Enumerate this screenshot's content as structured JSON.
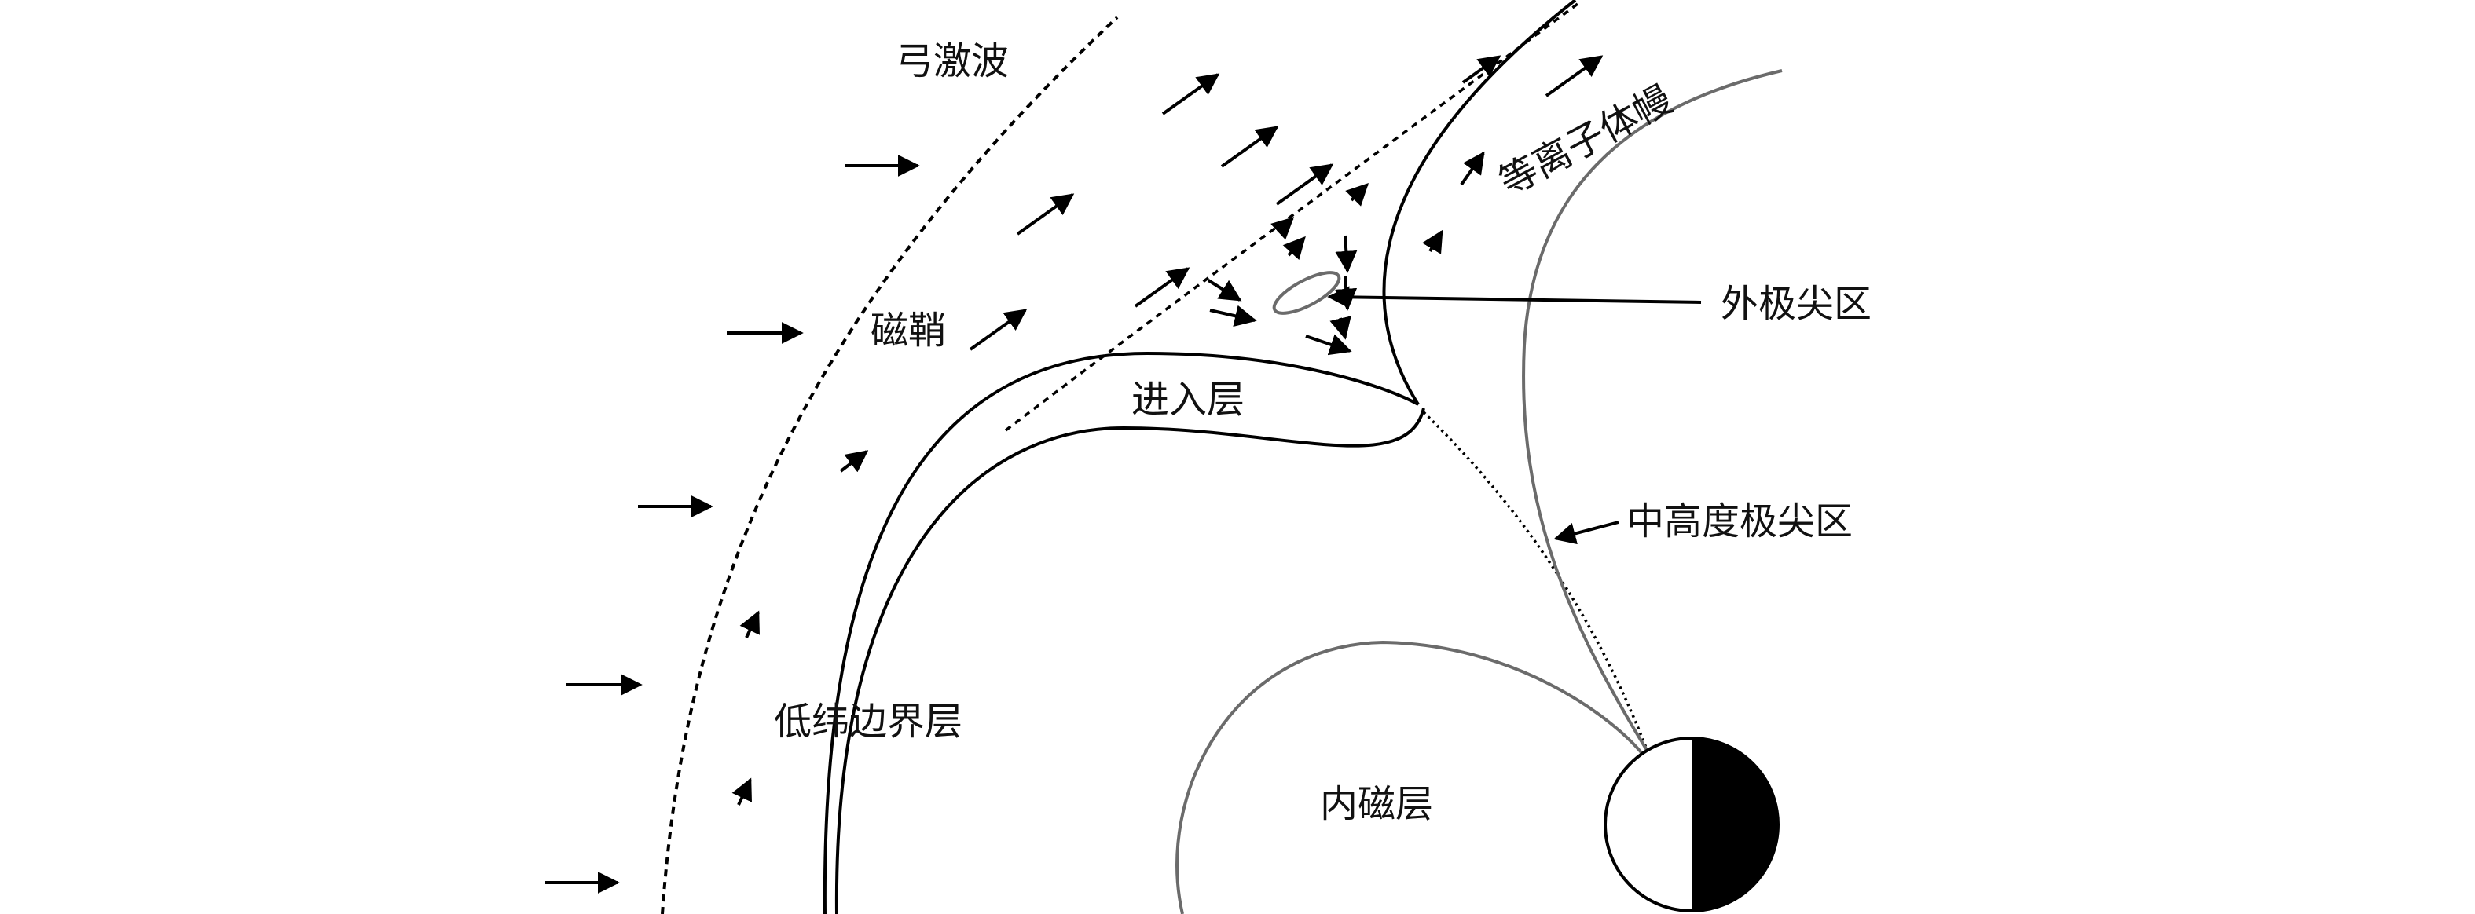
{
  "labels": {
    "bow_shock": "弓激波",
    "magnetosheath": "磁鞘",
    "entry_layer": "进入层",
    "plasma_mantle": "等离子体幔",
    "exterior_cusp": "外极尖区",
    "mid_altitude_cusp": "中高度极尖区",
    "low_latitude_boundary_layer": "低纬边界层",
    "plasmasphere": "内磁层"
  },
  "colors": {
    "ink": "#000000",
    "gray_line": "#6b6b6b",
    "earth_night": "#000000",
    "earth_day": "#ffffff"
  }
}
